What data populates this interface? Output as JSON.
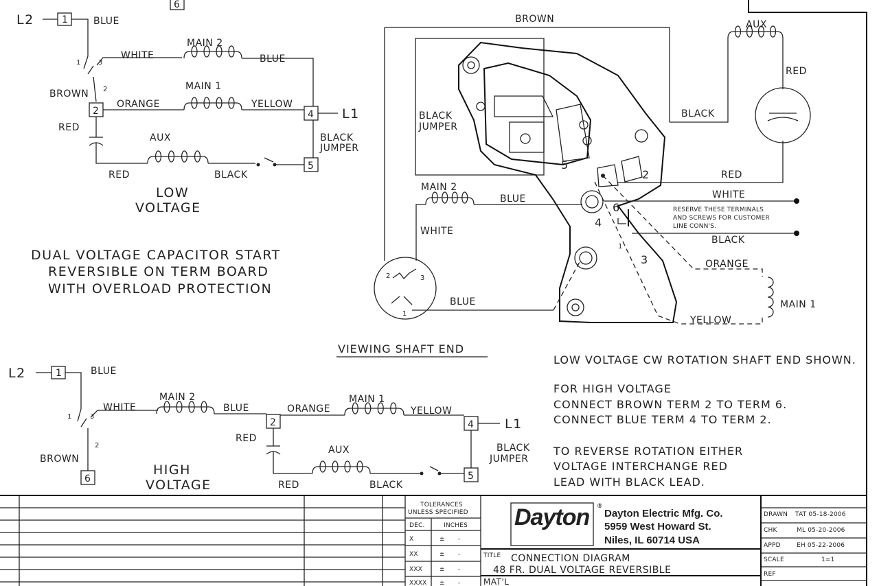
{
  "low_voltage": {
    "l2": "L2",
    "l1": "L1",
    "terminals": [
      "1",
      "2",
      "4",
      "5"
    ],
    "switch_pins": [
      "1",
      "3",
      "2"
    ],
    "wires": {
      "blue_top": "BLUE",
      "white": "WHITE",
      "blue_main2": "BLUE",
      "brown": "BROWN",
      "orange": "ORANGE",
      "yellow": "YELLOW",
      "red_cap": "RED",
      "red_aux": "RED",
      "black_aux": "BLACK"
    },
    "coils": {
      "main2": "MAIN 2",
      "main1": "MAIN 1",
      "aux": "AUX"
    },
    "jumper": [
      "BLACK",
      "JUMPER"
    ],
    "label": [
      "LOW",
      "VOLTAGE"
    ],
    "top_terminal": "6"
  },
  "description": [
    "DUAL VOLTAGE CAPACITOR START",
    "REVERSIBLE ON TERM BOARD",
    "WITH OVERLOAD PROTECTION"
  ],
  "high_voltage": {
    "l2": "L2",
    "l1": "L1",
    "terminals": [
      "1",
      "2",
      "4",
      "5",
      "6"
    ],
    "switch_pins": [
      "1",
      "3",
      "2"
    ],
    "wires": {
      "blue_top": "BLUE",
      "white": "WHITE",
      "blue_main2": "BLUE",
      "orange": "ORANGE",
      "yellow": "YELLOW",
      "red_cap": "RED",
      "red_aux": "RED",
      "black_aux": "BLACK",
      "brown": "BROWN"
    },
    "coils": {
      "main2": "MAIN 2",
      "main1": "MAIN 1",
      "aux": "AUX"
    },
    "jumper": [
      "BLACK",
      "JUMPER"
    ],
    "label": [
      "HIGH",
      "VOLTAGE"
    ]
  },
  "motor_view": {
    "brown": "BROWN",
    "aux": "AUX",
    "red_top": "RED",
    "black": "BLACK",
    "black_jumper": [
      "BLACK",
      "JUMPER"
    ],
    "red": "RED",
    "white": "WHITE",
    "reserve_note": [
      "RESERVE THESE TERMINALS",
      "AND SCREWS FOR CUSTOMER",
      "LINE CONN'S."
    ],
    "black_line": "BLACK",
    "orange": "ORANGE",
    "main1": "MAIN 1",
    "yellow": "YELLOW",
    "main2": "MAIN 2",
    "blue": "BLUE",
    "white_left": "WHITE",
    "blue_bottom": "BLUE",
    "switch_pins": [
      "2",
      "3",
      "1"
    ],
    "terminal_nums": [
      "2",
      "5",
      "6",
      "4",
      "1",
      "3"
    ],
    "caption": "VIEWING SHAFT END"
  },
  "notes": [
    "LOW VOLTAGE CW ROTATION SHAFT END SHOWN.",
    "FOR HIGH VOLTAGE",
    "CONNECT BROWN TERM 2 TO TERM 6.",
    "CONNECT BLUE TERM 4 TO TERM 2.",
    "TO REVERSE ROTATION EITHER",
    "VOLTAGE INTERCHANGE RED",
    "LEAD WITH BLACK LEAD."
  ],
  "title_block": {
    "tolerances": [
      "TOLERANCES",
      "UNLESS SPECIFIED"
    ],
    "dec": "DEC.",
    "inches": "INCHES",
    "rows": [
      [
        "X",
        "±",
        "-"
      ],
      [
        "XX",
        "±",
        "-"
      ],
      [
        "XXX",
        "±",
        "-"
      ],
      [
        "XXXX",
        "±",
        "-"
      ]
    ],
    "logo": "Dayton",
    "company": [
      "Dayton Electric Mfg. Co.",
      "5959 West Howard St.",
      "Niles, IL 60714   USA"
    ],
    "title_label": "TITLE",
    "title": [
      "CONNECTION DIAGRAM",
      "48 FR. DUAL VOLTAGE REVERSIBLE"
    ],
    "matl": "MAT'L",
    "drawn": "DRAWN",
    "drawn_val": "TAT 05-18-2006",
    "chk": "CHK",
    "chk_val": "ML 05-20-2006",
    "appd": "APPD",
    "appd_val": "EH 05-22-2006",
    "scale": "SCALE",
    "scale_val": "1=1",
    "ref": "REF"
  }
}
